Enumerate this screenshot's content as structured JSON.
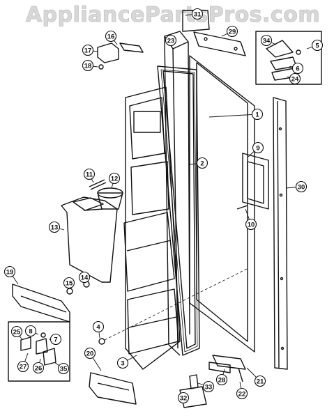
{
  "watermark": "AppliancePartsPros.com",
  "callouts": [
    "1",
    "2",
    "3",
    "4",
    "5",
    "6",
    "7",
    "8",
    "9",
    "10",
    "11",
    "12",
    "13",
    "14",
    "15",
    "16",
    "17",
    "18",
    "19",
    "20",
    "21",
    "22",
    "23",
    "24",
    "25",
    "26",
    "27",
    "28",
    "29",
    "30",
    "31",
    "32",
    "33",
    "34",
    "35"
  ]
}
